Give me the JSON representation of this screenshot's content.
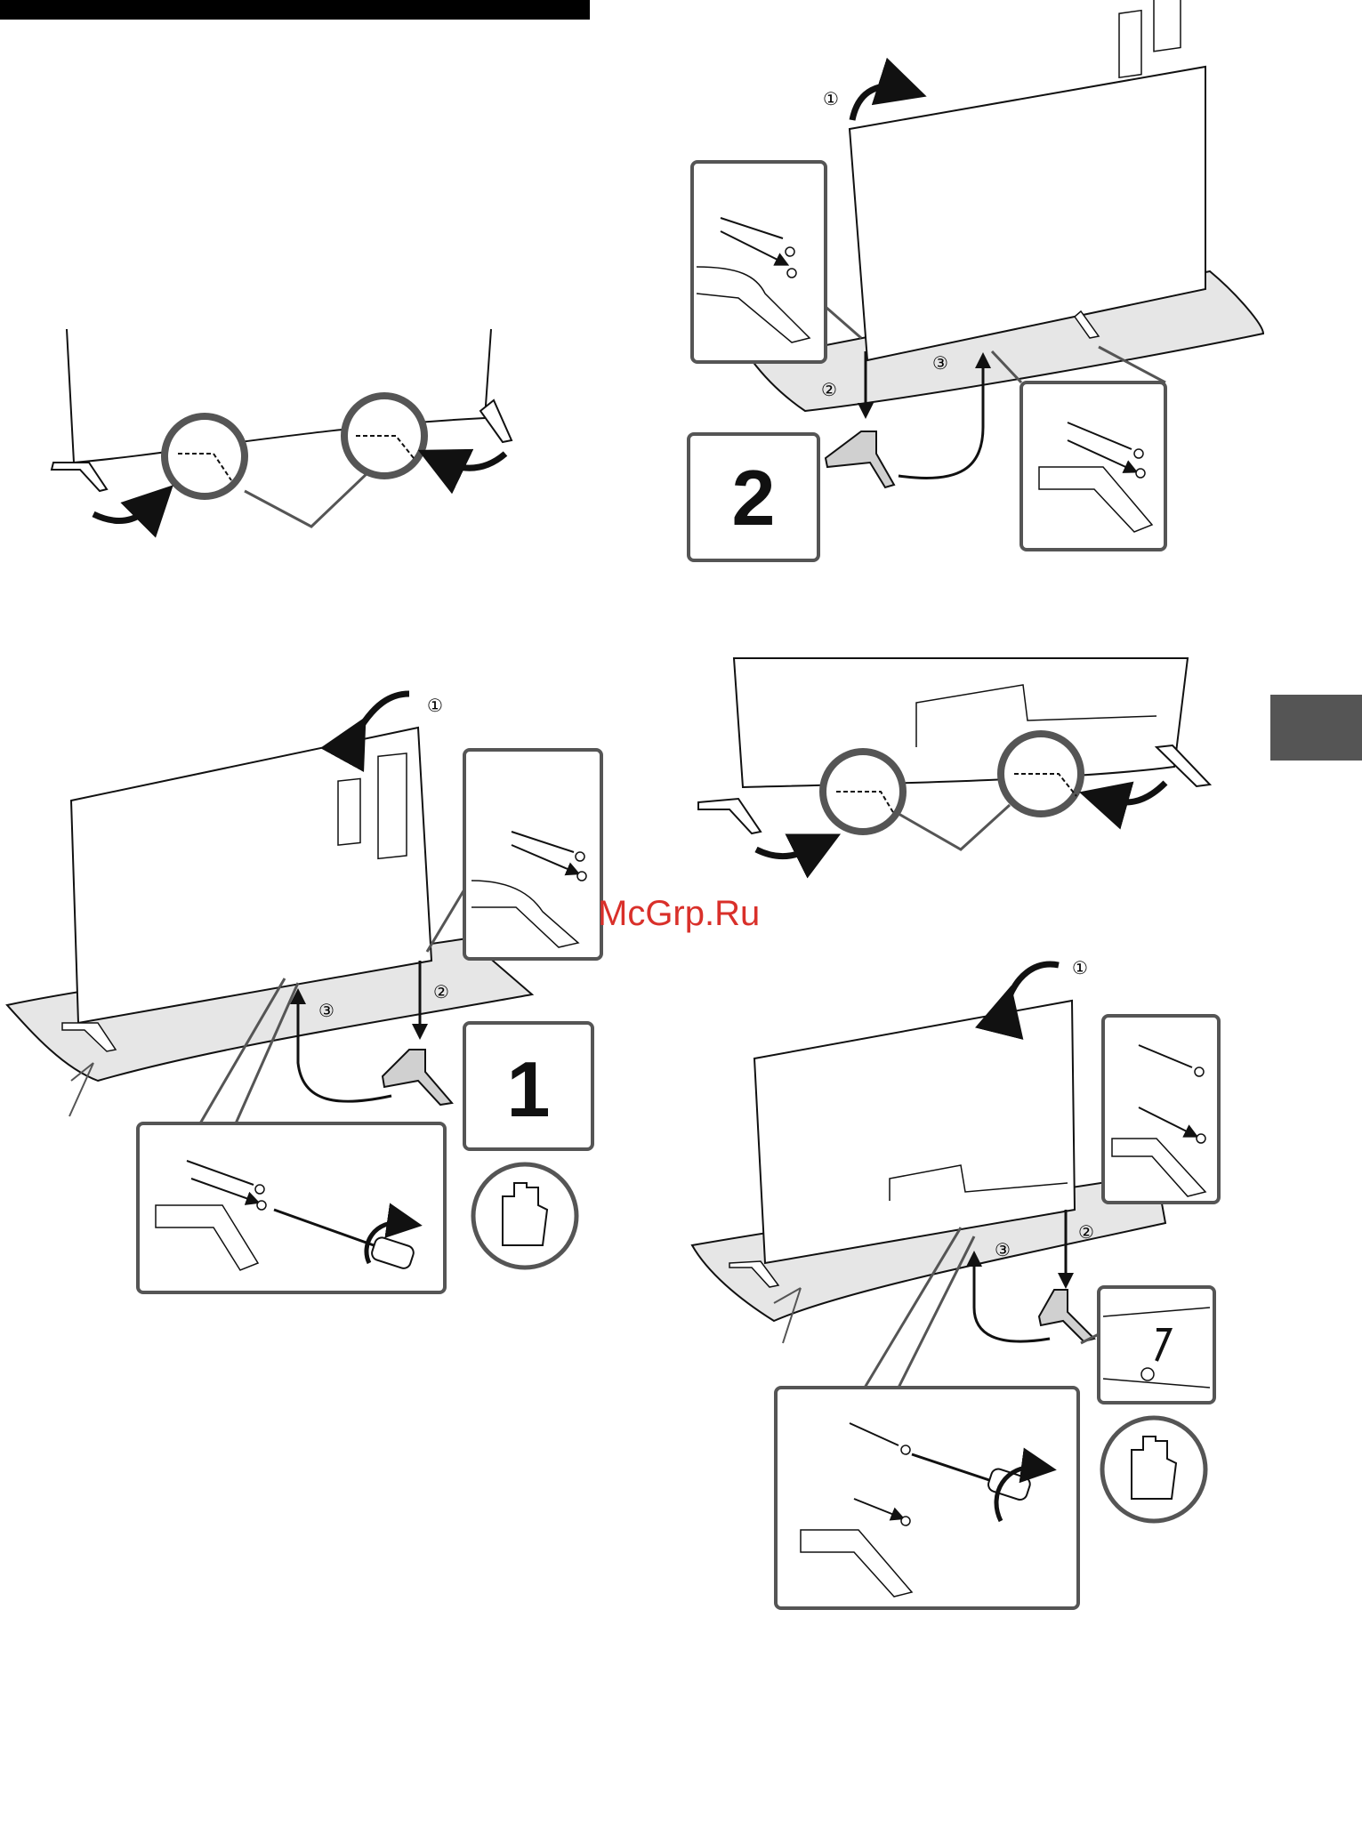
{
  "header_bar": {
    "color": "#000000"
  },
  "side_tab": {
    "color": "#555555"
  },
  "watermark": {
    "text": "McGrp.Ru",
    "color": "#d9302a"
  },
  "steps": {
    "step1": {
      "number": "1"
    },
    "step2": {
      "number": "2"
    }
  },
  "callouts": {
    "one": "①",
    "two": "②",
    "three": "③"
  },
  "colors": {
    "line": "#111111",
    "frame": "#555555",
    "surface": "#e6e6e6",
    "stand": "#d0d0d0"
  }
}
